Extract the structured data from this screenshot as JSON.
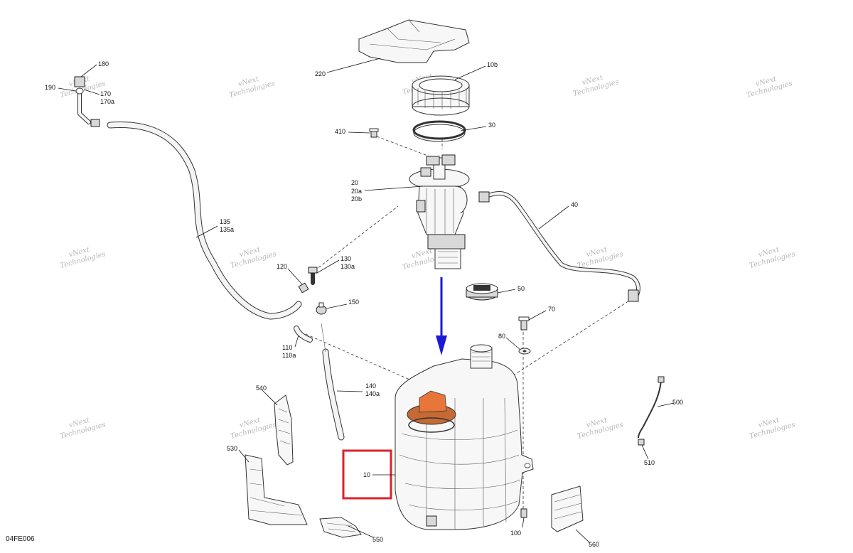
{
  "diagram": {
    "code": "04FE006",
    "watermark_line1": "vNext",
    "watermark_line2": "Technologies",
    "watermark_full": "vNext Technologies",
    "highlight_color": "#d9232a",
    "arrow_color": "#1a1ad6",
    "accent_part_color": "#e8763a",
    "callouts": {
      "c10": "10",
      "c10b": "10b",
      "c20": "20",
      "c20a": "20a",
      "c20b": "20b",
      "c30": "30",
      "c40": "40",
      "c50": "50",
      "c70": "70",
      "c80": "80",
      "c100": "100",
      "c110": "110",
      "c110a": "110a",
      "c120": "120",
      "c130": "130",
      "c130a": "130a",
      "c135": "135",
      "c135a": "135a",
      "c140": "140",
      "c140a": "140a",
      "c150": "150",
      "c170": "170",
      "c170a": "170a",
      "c180": "180",
      "c190": "190",
      "c220": "220",
      "c410": "410",
      "c500": "500",
      "c510": "510",
      "c530": "530",
      "c540": "540",
      "c550": "550",
      "c560": "560"
    }
  }
}
